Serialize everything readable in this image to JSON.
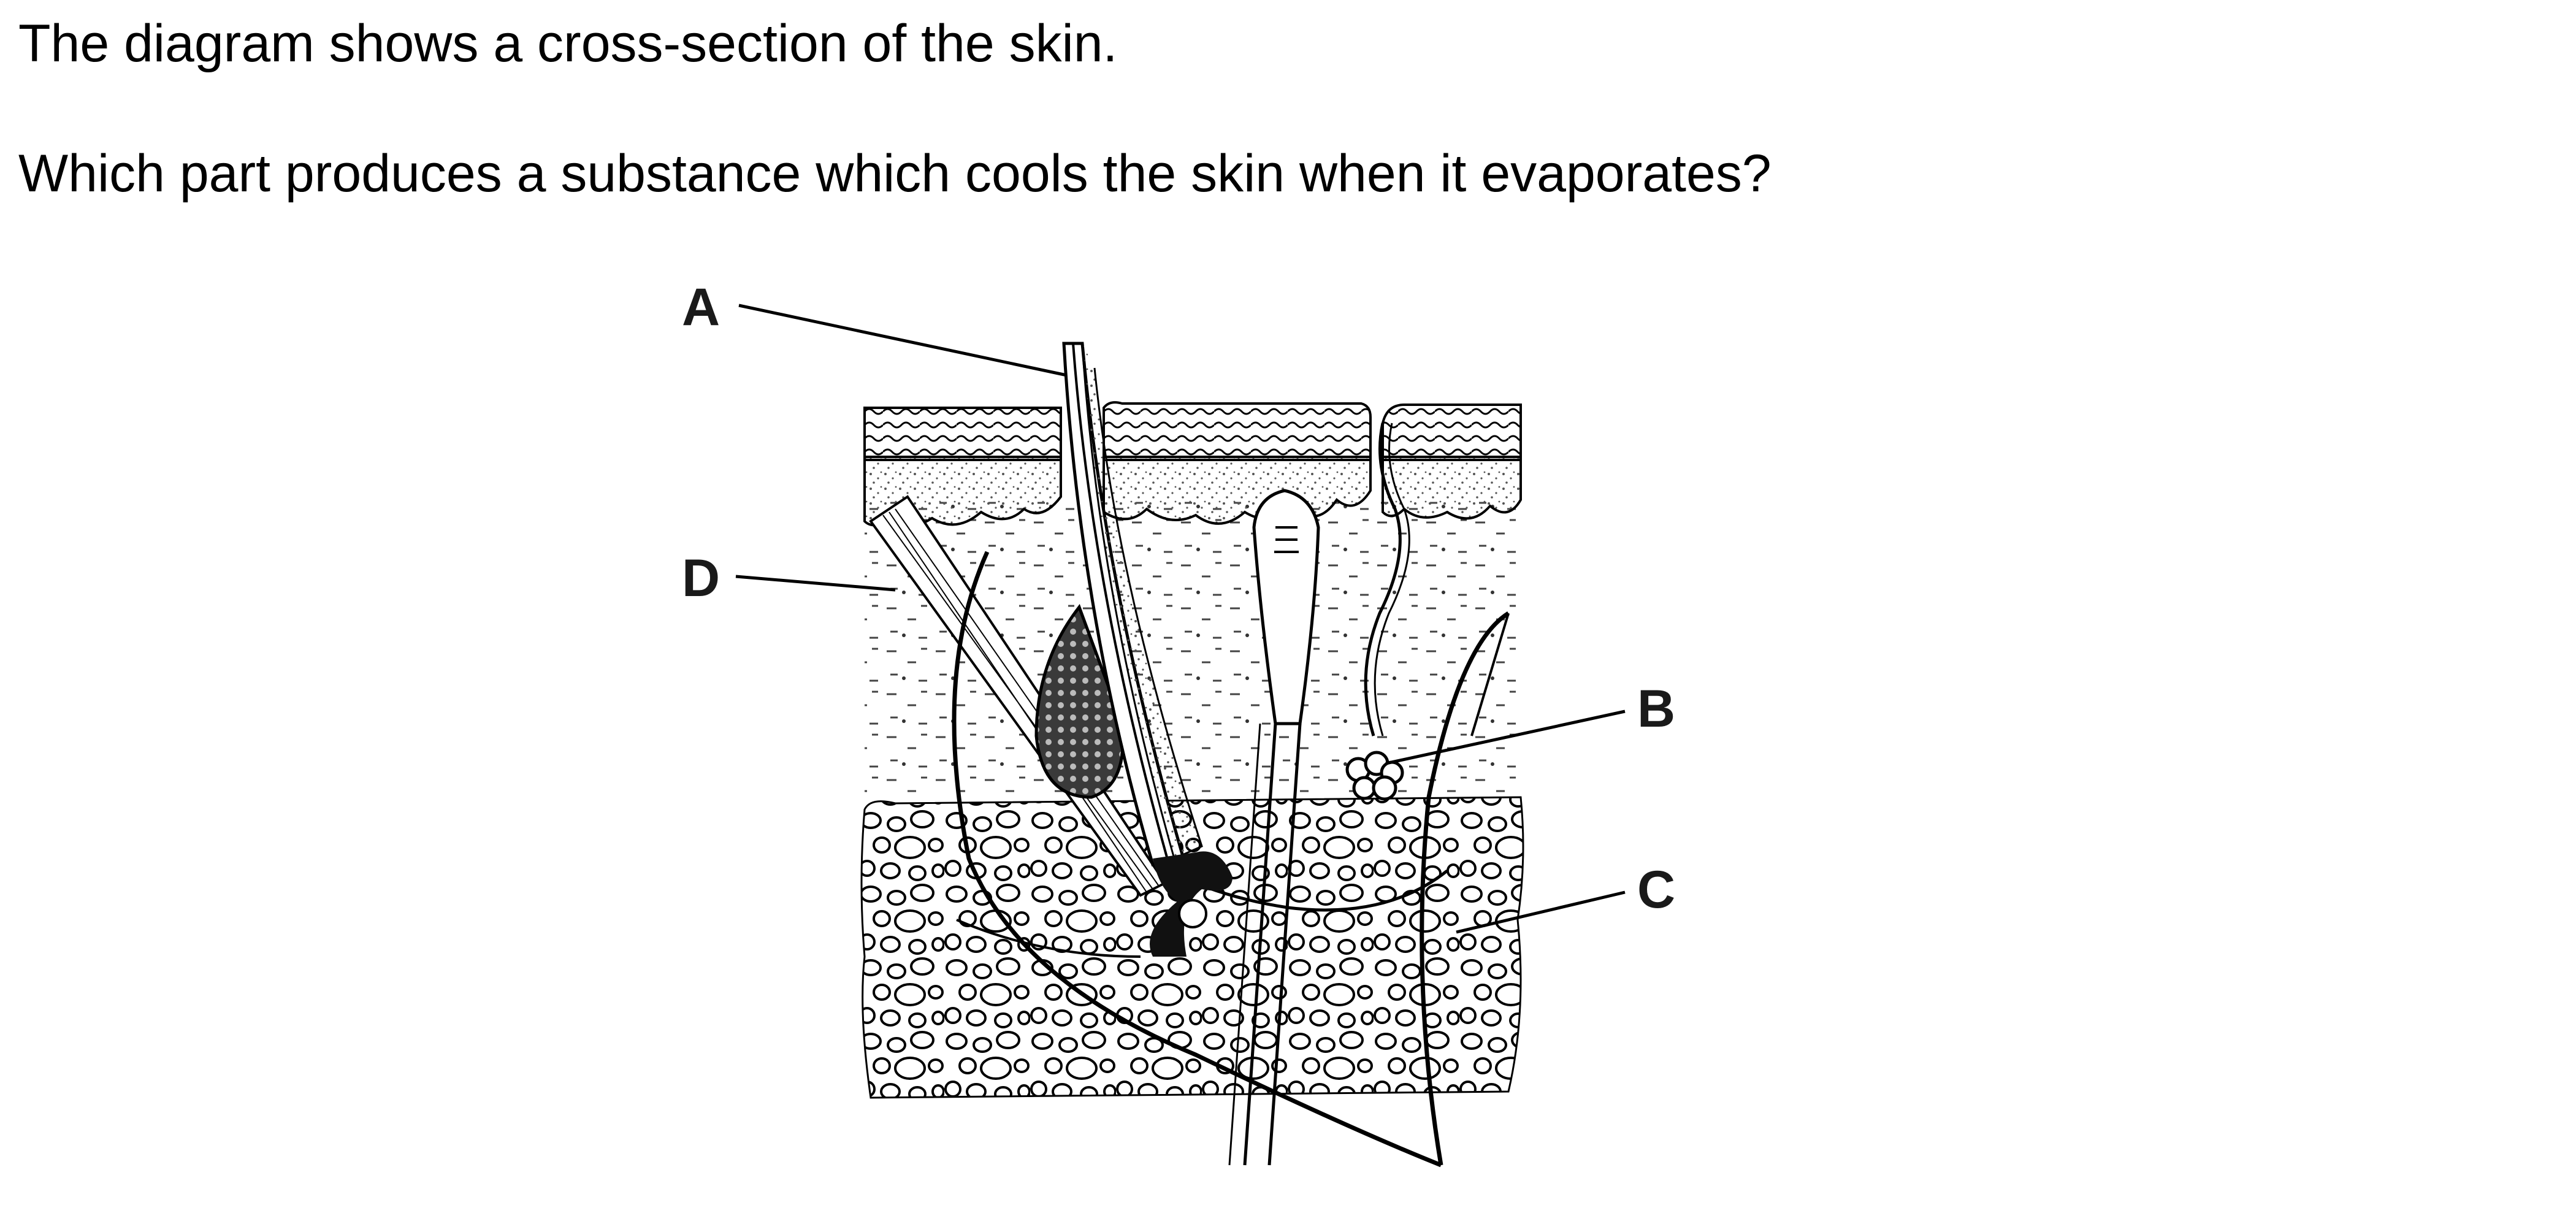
{
  "question": {
    "intro": "The diagram shows a cross-section of the skin.",
    "prompt": "Which part produces a substance which cools the skin when it evaporates?"
  },
  "diagram": {
    "labels": {
      "a": "A",
      "b": "B",
      "c": "C",
      "d": "D"
    }
  }
}
